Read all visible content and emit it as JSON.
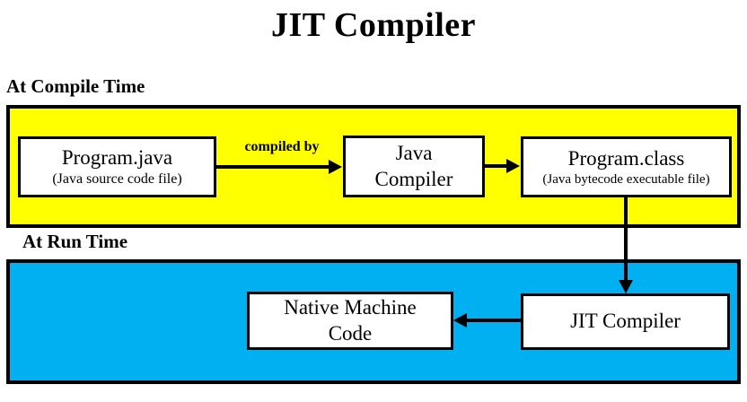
{
  "title": "JIT Compiler",
  "colors": {
    "compile_band_fill": "#FFFF00",
    "run_band_fill": "#00B0F0",
    "border": "#000000",
    "node_fill": "#FFFFFF"
  },
  "compile_section": {
    "label": "At Compile Time",
    "arrow_label": "compiled by",
    "nodes": {
      "program_java": {
        "title": "Program.java",
        "subtitle": "(Java source code file)"
      },
      "java_compiler": {
        "line1": "Java",
        "line2": "Compiler"
      },
      "program_class": {
        "title": "Program.class",
        "subtitle": "(Java bytecode executable file)"
      }
    }
  },
  "run_section": {
    "label": "At Run Time",
    "nodes": {
      "native_machine_code": {
        "line1": "Native Machine",
        "line2": "Code"
      },
      "jit_compiler": {
        "title": "JIT Compiler"
      }
    }
  }
}
